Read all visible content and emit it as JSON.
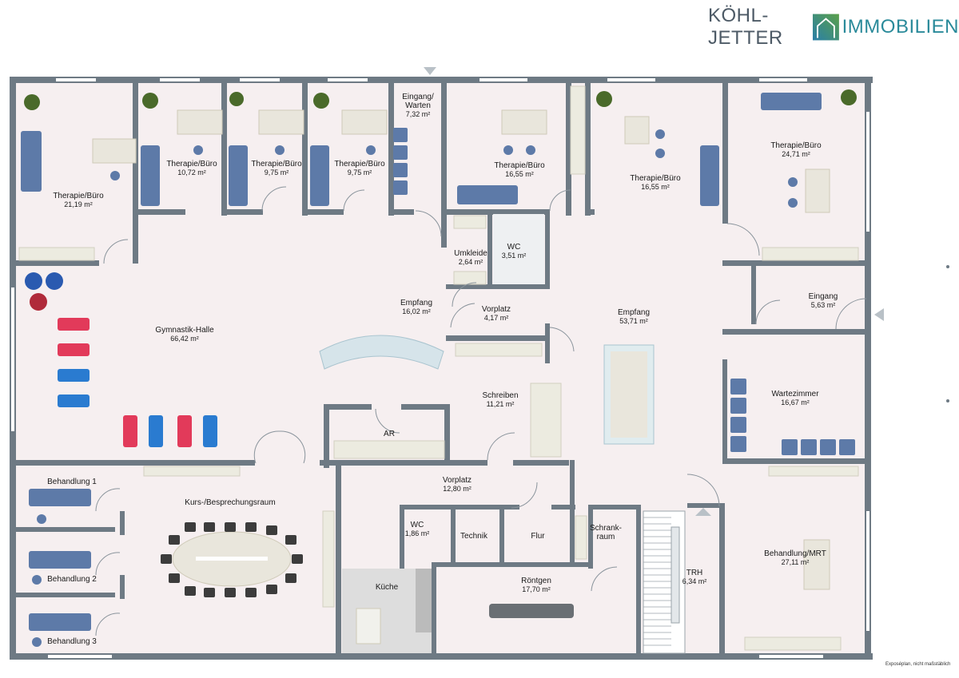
{
  "logo": {
    "left_text": "KÖHL-JETTER",
    "right_text": "IMMOBILIEN",
    "colors": {
      "text": "#4d5a66",
      "accent": "#2a8a9a",
      "green": "#5aa04a"
    }
  },
  "footnote": "Exposéplan, nicht maßstäblich",
  "rooms": [
    {
      "id": "therapie-1",
      "name": "Therapie/Büro",
      "area": "21,19 m²"
    },
    {
      "id": "therapie-2",
      "name": "Therapie/Büro",
      "area": "10,72 m²"
    },
    {
      "id": "therapie-3",
      "name": "Therapie/Büro",
      "area": "9,75 m²"
    },
    {
      "id": "therapie-4",
      "name": "Therapie/Büro",
      "area": "9,75 m²"
    },
    {
      "id": "eingang-warten",
      "name": "Eingang/",
      "name2": "Warten",
      "area": "7,32 m²"
    },
    {
      "id": "therapie-5",
      "name": "Therapie/Büro",
      "area": "16,55 m²"
    },
    {
      "id": "therapie-6",
      "name": "Therapie/Büro",
      "area": "16,55 m²"
    },
    {
      "id": "therapie-7",
      "name": "Therapie/Büro",
      "area": "24,71 m²"
    },
    {
      "id": "umkleide",
      "name": "Umkleide",
      "area": "2,64 m²"
    },
    {
      "id": "wc-1",
      "name": "WC",
      "area": "3,51 m²"
    },
    {
      "id": "gymnastik",
      "name": "Gymnastik-Halle",
      "area": "66,42 m²"
    },
    {
      "id": "empfang-1",
      "name": "Empfang",
      "area": "16,02 m²"
    },
    {
      "id": "vorplatz-1",
      "name": "Vorplatz",
      "area": "4,17 m²"
    },
    {
      "id": "empfang-2",
      "name": "Empfang",
      "area": "53,71 m²"
    },
    {
      "id": "eingang",
      "name": "Eingang",
      "area": "5,63 m²"
    },
    {
      "id": "schreiben",
      "name": "Schreiben",
      "area": "11,21 m²"
    },
    {
      "id": "wartezimmer",
      "name": "Wartezimmer",
      "area": "16,67 m²"
    },
    {
      "id": "ar",
      "name": "AR",
      "area": ""
    },
    {
      "id": "behandlung-1",
      "name": "Behandlung 1",
      "area": ""
    },
    {
      "id": "kurs",
      "name": "Kurs-/Besprechungsraum",
      "area": ""
    },
    {
      "id": "vorplatz-2",
      "name": "Vorplatz",
      "area": "12,80 m²"
    },
    {
      "id": "wc-2",
      "name": "WC",
      "area": "1,86 m²"
    },
    {
      "id": "technik",
      "name": "Technik",
      "area": ""
    },
    {
      "id": "flur",
      "name": "Flur",
      "area": ""
    },
    {
      "id": "schrankraum",
      "name": "Schrank-",
      "name2": "raum",
      "area": ""
    },
    {
      "id": "behandlung-2",
      "name": "Behandlung 2",
      "area": ""
    },
    {
      "id": "kueche",
      "name": "Küche",
      "area": ""
    },
    {
      "id": "roentgen",
      "name": "Röntgen",
      "area": "17,70 m²"
    },
    {
      "id": "trh",
      "name": "TRH",
      "area": "6,34 m²"
    },
    {
      "id": "behandlung-mrt",
      "name": "Behandlung/MRT",
      "area": "27,11 m²"
    },
    {
      "id": "behandlung-3",
      "name": "Behandlung 3",
      "area": ""
    }
  ],
  "colors": {
    "wall": "#6e7a84",
    "floor": "#f6eff0",
    "furniture": "#5d7aa8",
    "table": "#e9e6dc",
    "red": "#e23a5a",
    "blue": "#2a7bd0"
  }
}
